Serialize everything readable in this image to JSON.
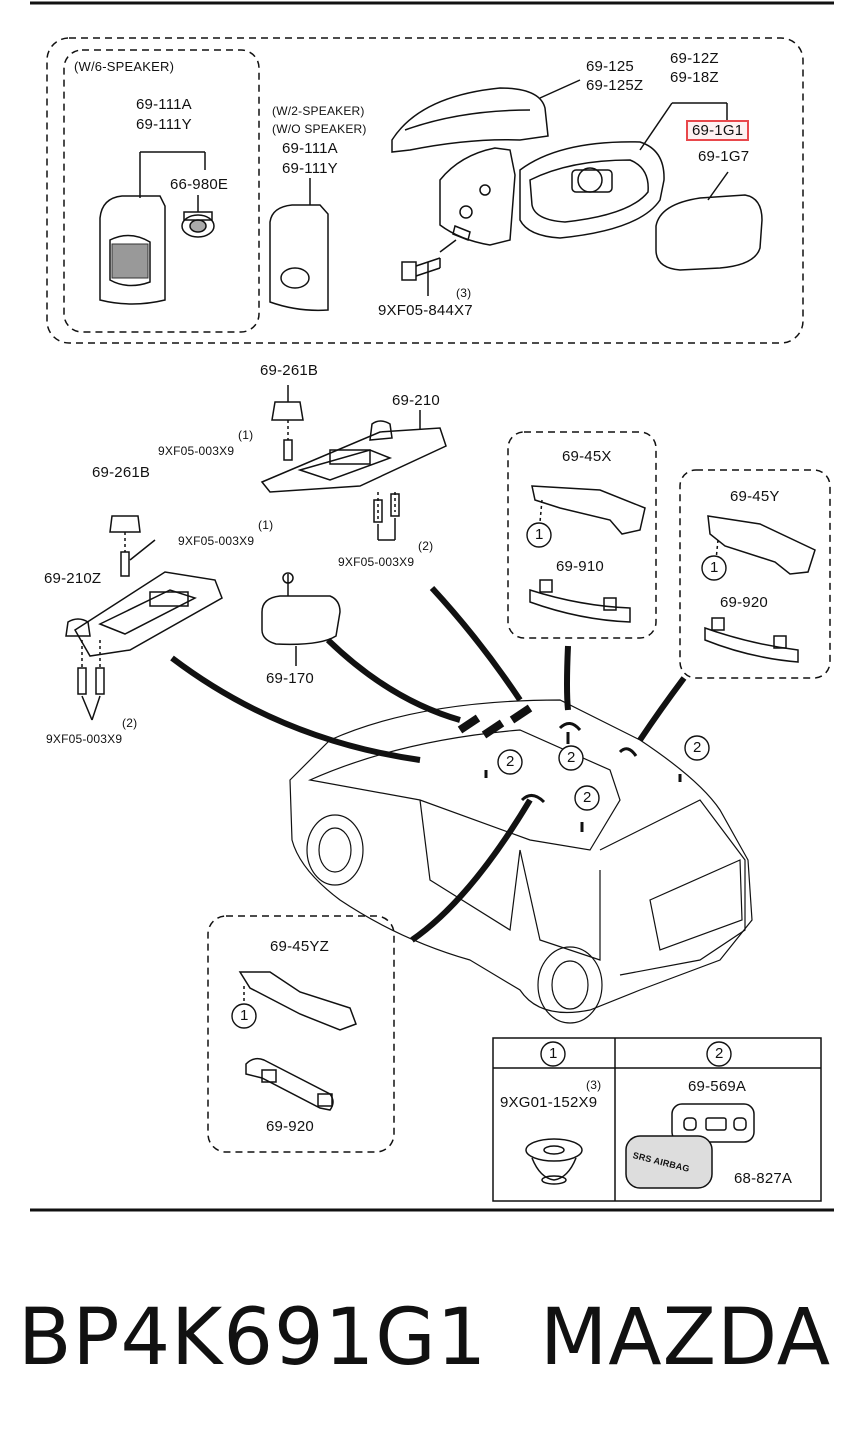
{
  "labels": {
    "w6_speaker": "(W/6-SPEAKER)",
    "p69_111a_a": "69-111A",
    "p69_111y_a": "69-111Y",
    "p66_980e": "66-980E",
    "w2_speaker": "(W/2-SPEAKER)",
    "wo_speaker": "(W/O SPEAKER)",
    "p69_111a_b": "69-111A",
    "p69_111y_b": "69-111Y",
    "p69_125": "69-125",
    "p69_125z": "69-125Z",
    "p69_12z": "69-12Z",
    "p69_18z": "69-18Z",
    "p69_1g1": "69-1G1",
    "p69_1g7": "69-1G7",
    "p9xf05_844x7": "9XF05-844X7",
    "qty3_a": "(3)",
    "p69_261b_a": "69-261B",
    "p69_210": "69-210",
    "qty1_a": "(1)",
    "p9xf05_003x9_a": "9XF05-003X9",
    "p69_261b_b": "69-261B",
    "qty1_b": "(1)",
    "p9xf05_003x9_b": "9XF05-003X9",
    "qty2_a": "(2)",
    "p9xf05_003x9_c": "9XF05-003X9",
    "p69_210z": "69-210Z",
    "p69_170": "69-170",
    "qty2_b": "(2)",
    "p9xf05_003x9_d": "9XF05-003X9",
    "p69_45x": "69-45X",
    "p69_910": "69-910",
    "p69_45y": "69-45Y",
    "p69_920_a": "69-920",
    "p69_45yz": "69-45YZ",
    "p69_920_b": "69-920",
    "callout_1": "1",
    "callout_2": "2",
    "tbl_head_1": "1",
    "tbl_head_2": "2",
    "p9xg01_152x9": "9XG01-152X9",
    "qty3_b": "(3)",
    "p69_569a": "69-569A",
    "p68_827a": "68-827A",
    "srs_airbag": "SRS AIRBAG"
  },
  "footer": {
    "part_number": "BP4K691G1",
    "brand": "MAZDA"
  },
  "colors": {
    "line": "#111111",
    "highlight": "#e8474b"
  }
}
